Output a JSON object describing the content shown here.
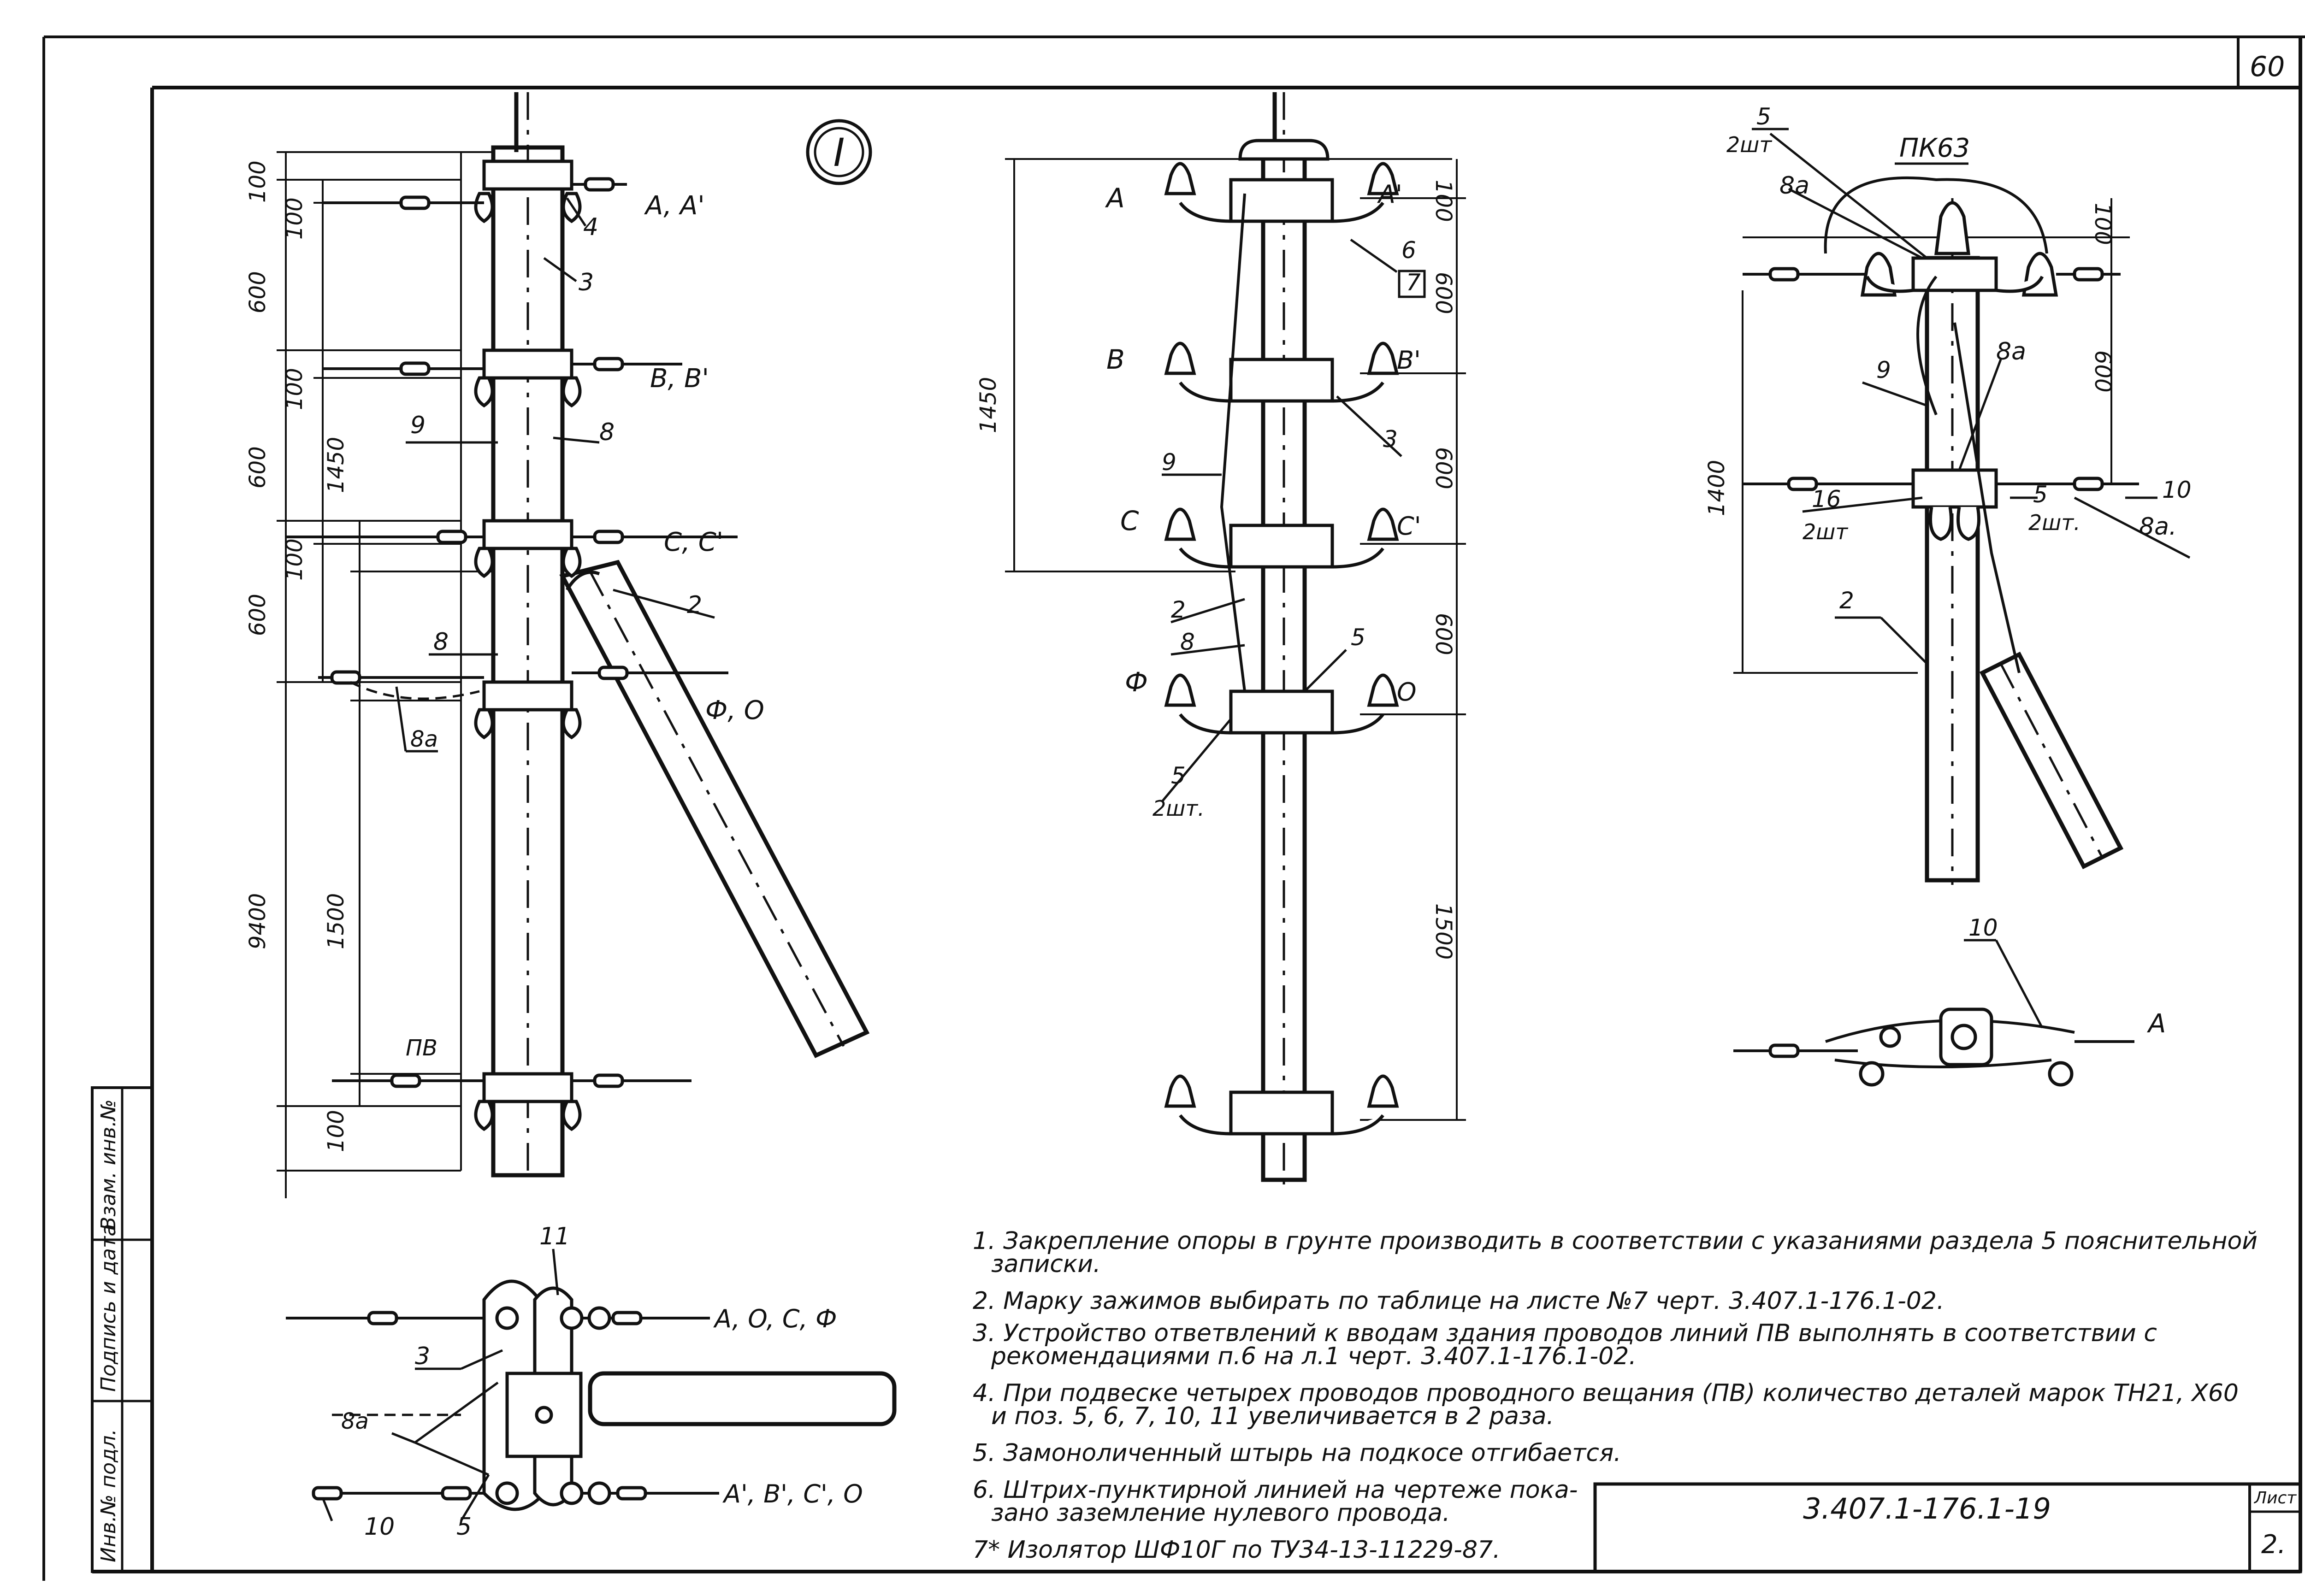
{
  "sheet_corner_number": "60",
  "detail_marker": "I",
  "view1": {
    "dims": [
      "100",
      "100",
      "600",
      "100",
      "600",
      "1450",
      "100",
      "600",
      "9400",
      "1500",
      "100"
    ],
    "phase_labels": [
      "A, A'",
      "B, B'",
      "C, C'",
      "Ф, O",
      "ПВ"
    ],
    "callouts": [
      "4",
      "3",
      "9",
      "8",
      "2",
      "8",
      "8a"
    ]
  },
  "view2": {
    "dims": [
      "100",
      "600",
      "1450",
      "600",
      "600",
      "1500"
    ],
    "left_labels": [
      "A",
      "B",
      "C",
      "Ф"
    ],
    "right_labels": [
      "A'",
      "B'",
      "C'",
      "O"
    ],
    "callouts": [
      "6",
      "7",
      "3",
      "9",
      "2",
      "8",
      "5",
      "5",
      "2шт."
    ]
  },
  "view3": {
    "title": "ПК63",
    "dims": [
      "100",
      "600",
      "1400"
    ],
    "callouts": [
      "5",
      "2шт",
      "8a",
      "9",
      "8a",
      "16",
      "2шт",
      "5",
      "2шт.",
      "10",
      "8a.",
      "2"
    ]
  },
  "view4": {
    "callouts": [
      "10",
      "A"
    ]
  },
  "view5": {
    "callouts": [
      "11",
      "3",
      "8a",
      "10",
      "5"
    ],
    "line_labels": [
      "A, O, C, Ф",
      "A', B', C', O"
    ]
  },
  "notes": [
    "1. Закрепление опоры в грунте производить в соответствии с указаниями раздела 5 пояснительной",
    "записки.",
    "2. Марку зажимов выбирать по таблице на листе №7 черт. 3.407.1-176.1-02.",
    "3. Устройство ответвлений к вводам здания проводов линий ПВ выполнять в соответствии с",
    "рекомендациями п.6 на л.1 черт. 3.407.1-176.1-02.",
    "4. При подвеске четырех проводов проводного вещания (ПВ) количество деталей марок ТН21, Х60",
    "и поз. 5, 6, 7, 10, 11 увеличивается в 2 раза.",
    "5. Замоноличенный штырь на подкосе отгибается.",
    "6. Штрих-пунктирной линией на чертеже пока-",
    "зано заземление нулевого провода.",
    "7* Изолятор ШФ10Г по ТУ34-13-11229-87."
  ],
  "title_block": {
    "document_code": "3.407.1-176.1-19",
    "sheet_label": "Лист",
    "sheet_number": "2."
  },
  "side_stamp": [
    "Инв.№ подл.",
    "Подпись и дата",
    "Взам. инв.№"
  ]
}
